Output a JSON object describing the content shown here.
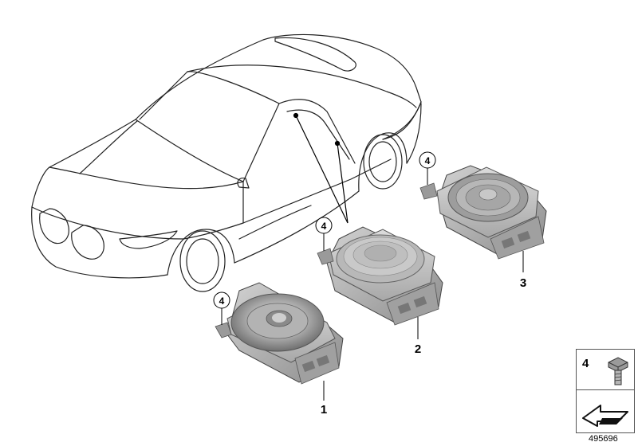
{
  "figure": {
    "image_number": "495696",
    "callouts": {
      "part1": "1",
      "part2": "2",
      "part3": "3",
      "screw_a": "4",
      "screw_b": "4",
      "screw_c": "4"
    },
    "legend": {
      "part_number": "4"
    }
  },
  "colors": {
    "line": "#222222",
    "speaker_dark": "#8e8e8e",
    "speaker_mid": "#b4b4b4",
    "speaker_light": "#d6d6d6"
  }
}
